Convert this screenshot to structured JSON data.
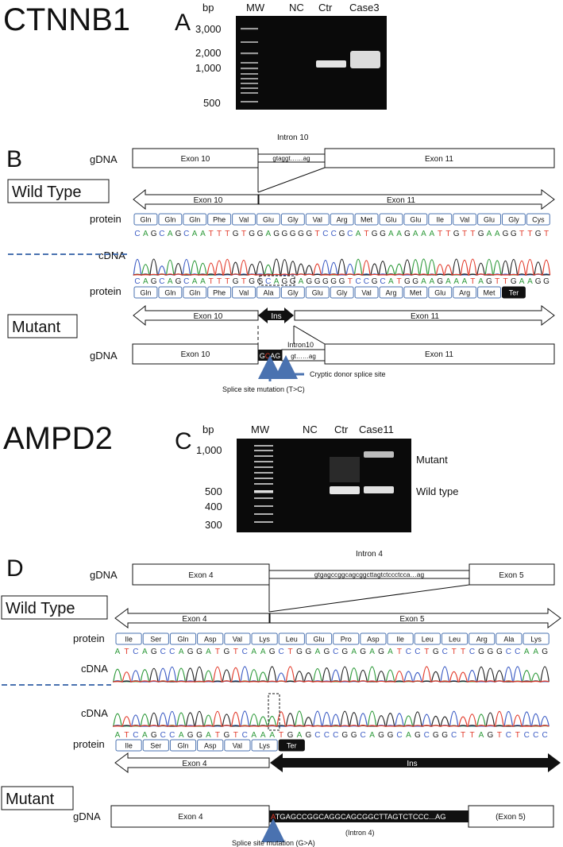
{
  "gene1": "CTNNB1",
  "gene2": "AMPD2",
  "panel_a": {
    "letter": "A",
    "bp_label": "bp",
    "lanes": [
      "MW",
      "NC",
      "Ctr",
      "Case3"
    ],
    "marker_labels": [
      "3,000",
      "2,000",
      "1,000",
      "500"
    ]
  },
  "panel_b": {
    "letter": "B",
    "gdna_label": "gDNA",
    "cdna_label": "cDNA",
    "protein_label": "protein",
    "wild_type_label": "Wild Type",
    "mutant_label": "Mutant",
    "intron_label": "Intron 10",
    "wt_gdna": {
      "exon_left": "Exon 10",
      "intron_seq": "gtaggt……ag",
      "exon_right": "Exon 11"
    },
    "wt_arrows": {
      "left": "Exon 10",
      "right": "Exon 11"
    },
    "wt_protein": [
      "Gln",
      "Gln",
      "Gln",
      "Phe",
      "Val",
      "Glu",
      "Gly",
      "Val",
      "Arg",
      "Met",
      "Glu",
      "Glu",
      "Ile",
      "Val",
      "Glu",
      "Gly",
      "Cys"
    ],
    "wt_seq": "CAGCAGCAATTTGTGGAGGGGGTCCGCATGGAAGAAATTGTTGAAGGTTGT",
    "mut_seq": "CAGCAGCAATTTGTGGCAGGAGGGGGTCCGCATGGAAGAAATAGTTGAAGG",
    "mut_protein": [
      "Gln",
      "Gln",
      "Gln",
      "Phe",
      "Val",
      "Ala",
      "Gly",
      "Glu",
      "Gly",
      "Val",
      "Arg",
      "Met",
      "Glu",
      "Arg",
      "Met",
      "Ter"
    ],
    "mut_arrows": {
      "left": "Exon 10",
      "ins": "Ins",
      "right": "Exon 11"
    },
    "mut_gdna": {
      "exon_left": "Exon 10",
      "ins_seq_1": "G",
      "ins_seq_mut": "C",
      "ins_seq_2": "AG",
      "intron_label": "Intron10",
      "intron_seq": "gt……ag",
      "exon_right": "Exon 11"
    },
    "splice_mutation": "Splice site mutation (T>C)",
    "cryptic": "Cryptic donor splice site"
  },
  "panel_c": {
    "letter": "C",
    "bp_label": "bp",
    "lanes": [
      "MW",
      "NC",
      "Ctr",
      "Case11"
    ],
    "marker_labels": [
      "1,000",
      "500",
      "400",
      "300"
    ],
    "band_labels": [
      "Mutant",
      "Wild type"
    ]
  },
  "panel_d": {
    "letter": "D",
    "gdna_label": "gDNA",
    "cdna_label": "cDNA",
    "protein_label": "protein",
    "wild_type_label": "Wild Type",
    "mutant_label": "Mutant",
    "intron_label": "Intron 4",
    "wt_gdna": {
      "exon_left": "Exon 4",
      "intron_seq": "gtgagccggcagcggcttagtctccctcca…ag",
      "exon_right": "Exon 5"
    },
    "wt_arrows": {
      "left": "Exon 4",
      "right": "Exon 5"
    },
    "wt_protein": [
      "Ile",
      "Ser",
      "Gln",
      "Asp",
      "Val",
      "Lys",
      "Leu",
      "Glu",
      "Pro",
      "Asp",
      "Ile",
      "Leu",
      "Leu",
      "Arg",
      "Ala",
      "Lys"
    ],
    "wt_seq": "ATCAGCCAGGATGTCAAGCTGGAGCGAGAGATCCTGCTTCGGGCCAAG",
    "mut_seq": "ATCAGCCAGGATGTCAAATGAGCCCGGCAGGCAGCGGCTTAGTCTCCC",
    "mut_protein": [
      "Ile",
      "Ser",
      "Gln",
      "Asp",
      "Val",
      "Lys",
      "Ter"
    ],
    "mut_arrows": {
      "left": "Exon 4",
      "ins": "Ins"
    },
    "mut_gdna": {
      "exon_left": "Exon 4",
      "mut_base": "A",
      "ins_seq": "TGAGCCGGCAGGCAGCGGCTTAGTCTCCC...AG",
      "exon_right": "(Exon 5)",
      "intron_label": "(Intron 4)"
    },
    "splice_mutation": "Splice site mutation (G>A)"
  },
  "colors": {
    "A": "#2e9a3a",
    "C": "#3b5bc4",
    "G": "#222222",
    "T": "#e23a2a",
    "accent_blue": "#4a72b0"
  }
}
